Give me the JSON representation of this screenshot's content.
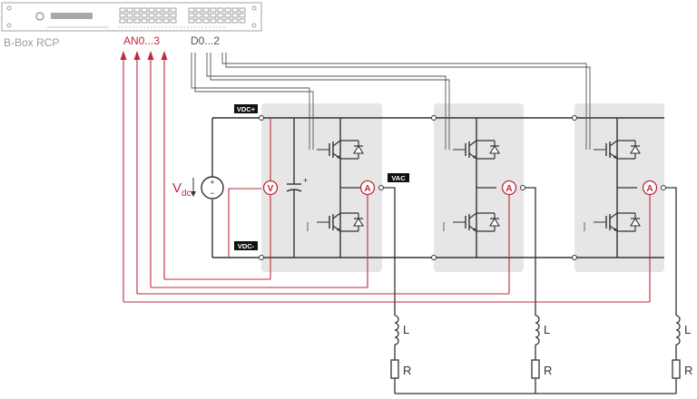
{
  "device": {
    "name": "B-Box RCP"
  },
  "io": {
    "analog": "AN0...3",
    "digital": "D0...2"
  },
  "tags": {
    "vdc_plus": "VDC+",
    "vdc_minus": "VDC-",
    "vac": "VAC"
  },
  "source": {
    "symbol": "V",
    "subscript": "dc",
    "plus": "+",
    "minus": "−"
  },
  "meters": {
    "voltmeter": "V",
    "ammeter": "A"
  },
  "loads": [
    {
      "inductor": "L",
      "resistor": "R"
    },
    {
      "inductor": "L",
      "resistor": "R"
    },
    {
      "inductor": "L",
      "resistor": "R"
    }
  ],
  "colors": {
    "signal": "#c0283a",
    "wire": "#333333",
    "bus": "#555555",
    "module_bg": "#e6e6e6",
    "device": "#9a9a9a"
  }
}
